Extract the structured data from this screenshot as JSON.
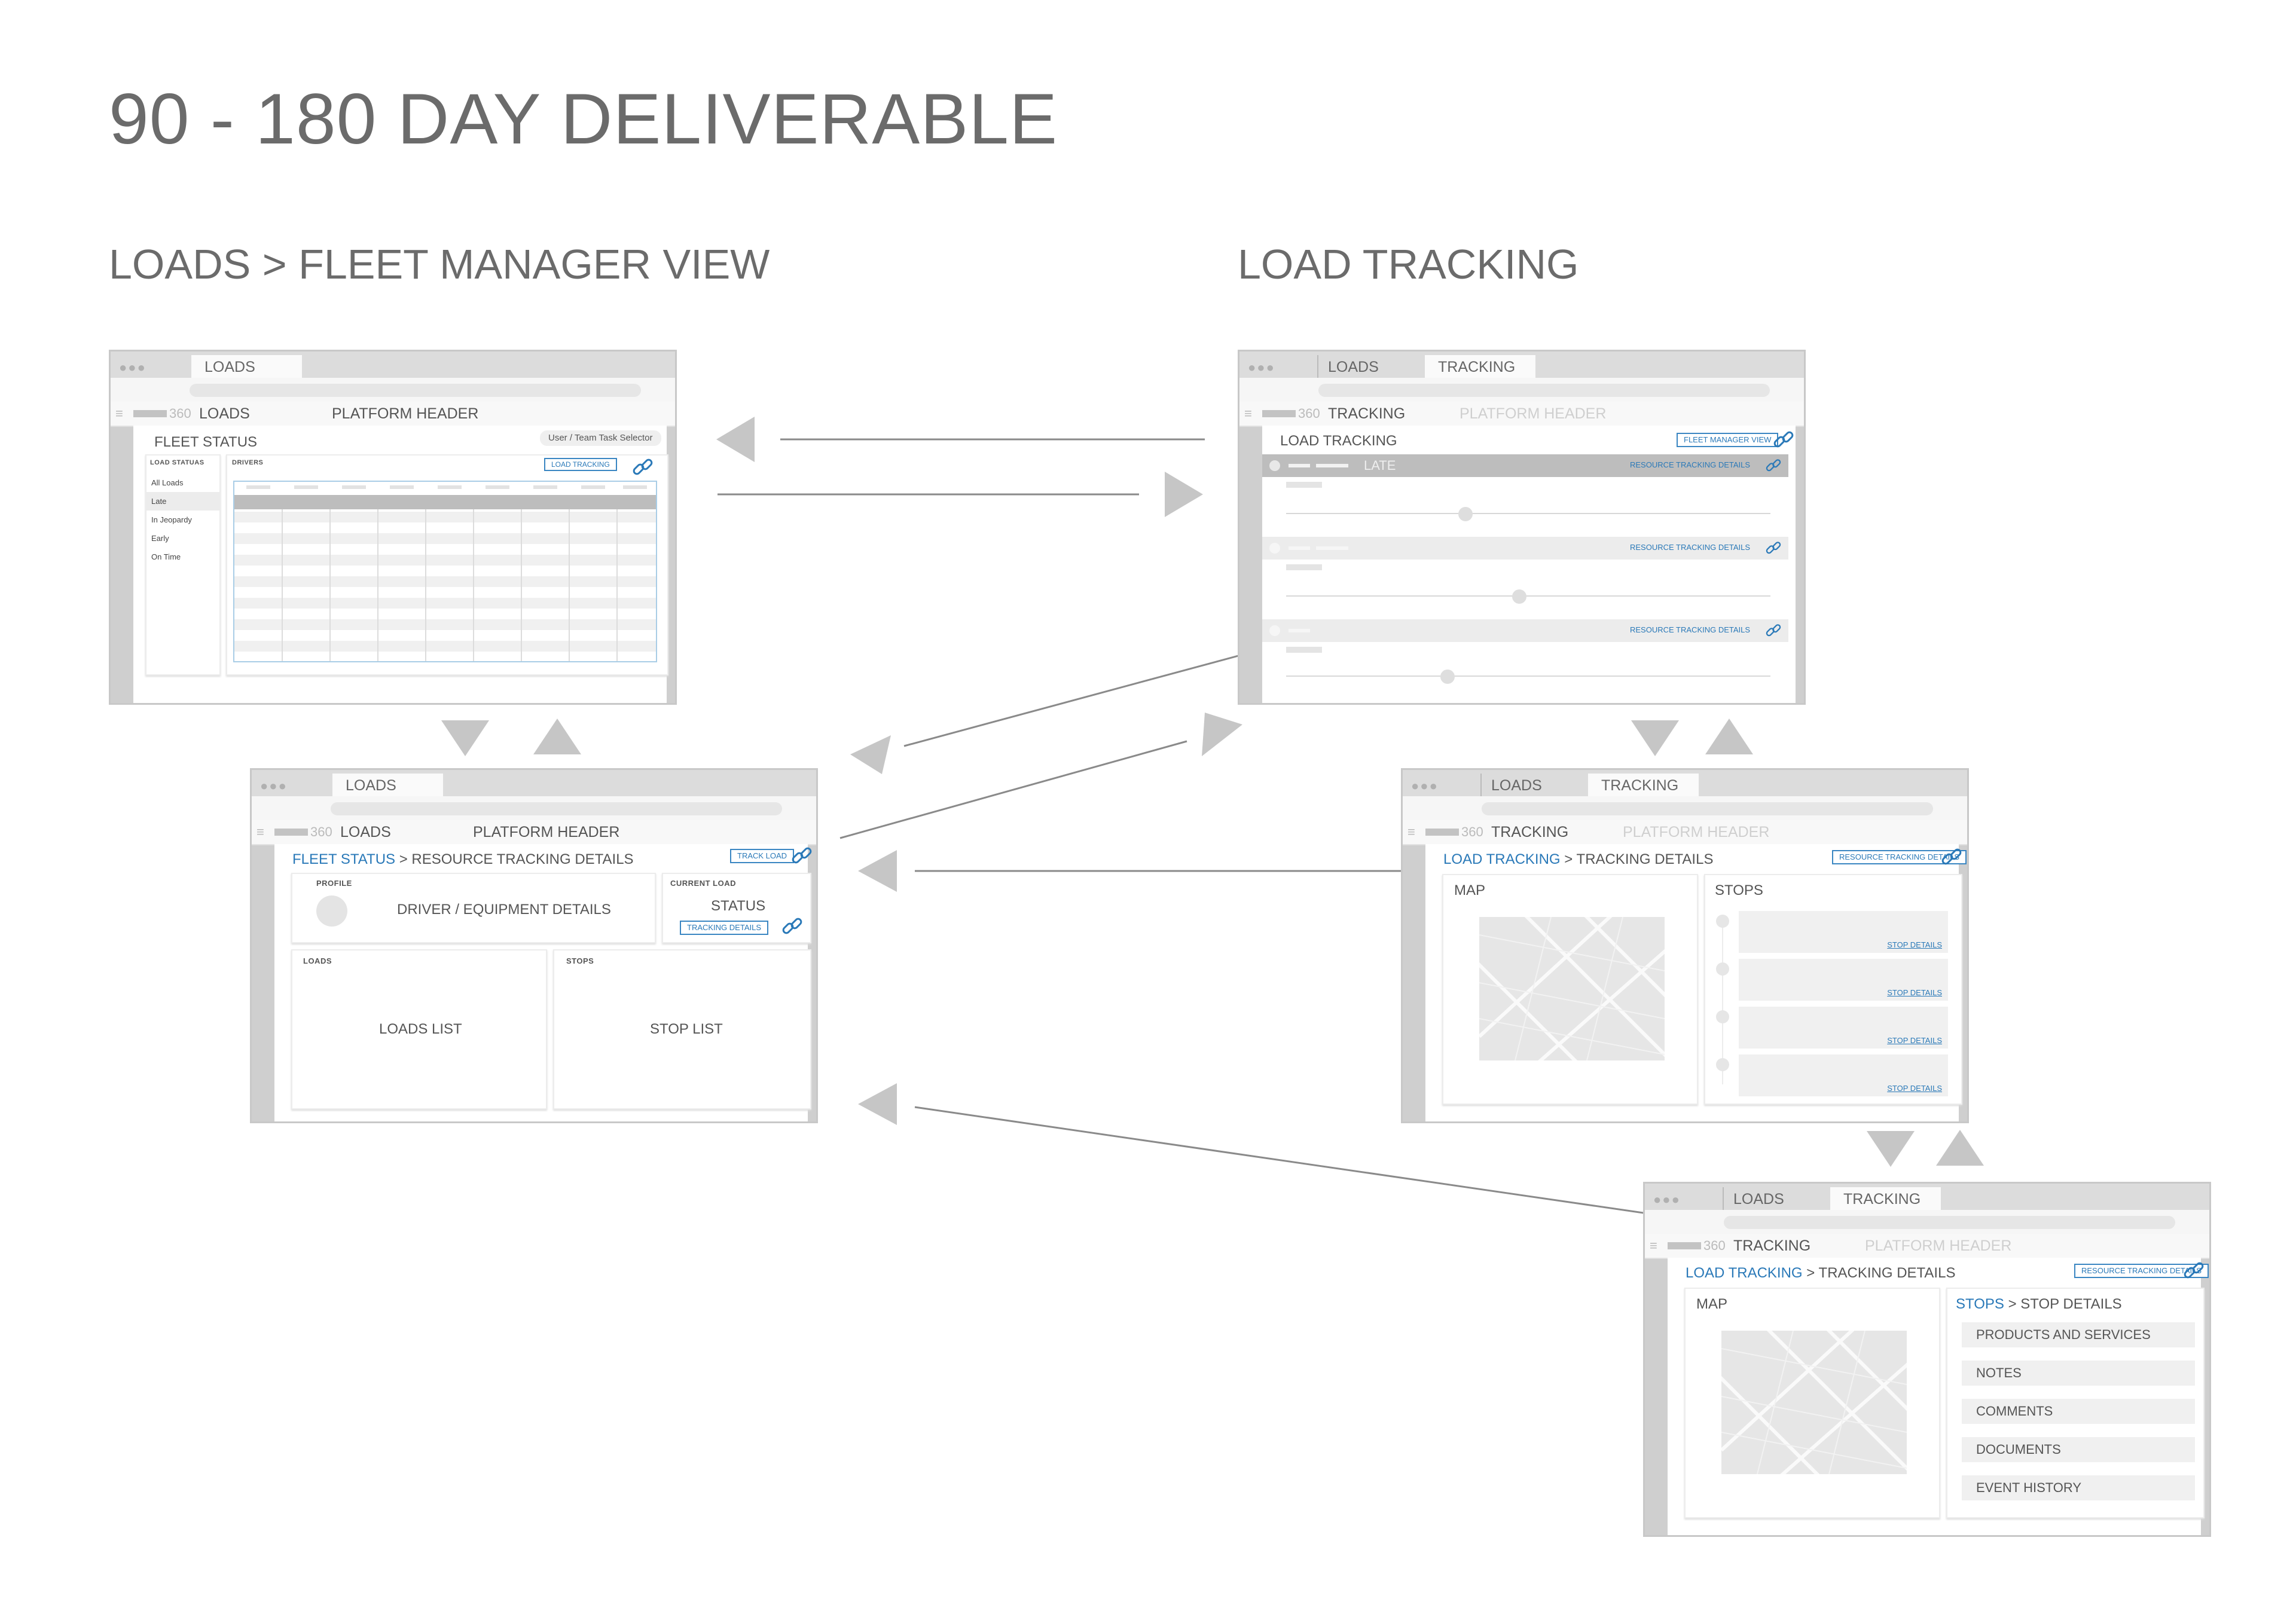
{
  "title": "90 - 180 DAY DELIVERABLE",
  "sections": {
    "left": "LOADS > FLEET MANAGER VIEW",
    "right": "LOAD TRACKING"
  },
  "win1": {
    "tab": "LOADS",
    "app": "LOADS",
    "platform_header": "PLATFORM HEADER",
    "fleet_status": "FLEET STATUS",
    "selector": "User / Team Task Selector",
    "load_status_label": "LOAD STATUAS",
    "drivers_label": "DRIVERS",
    "load_tracking_btn": "LOAD TRACKING",
    "statuses": [
      "All Loads",
      "Late",
      "In Jeopardy",
      "Early",
      "On Time"
    ]
  },
  "win2": {
    "tab1": "LOADS",
    "tab2": "TRACKING",
    "app": "TRACKING",
    "platform_header": "PLATFORM HEADER",
    "load_tracking": "LOAD TRACKING",
    "fleet_manager_btn": "FLEET MANAGER VIEW",
    "late": "LATE",
    "rtd": "RESOURCE TRACKING DETAILS"
  },
  "win3": {
    "tab": "LOADS",
    "app": "LOADS",
    "platform_header": "PLATFORM HEADER",
    "crumb_link": "FLEET STATUS",
    "crumb_rest": " > RESOURCE TRACKING DETAILS",
    "track_load_btn": "TRACK LOAD",
    "profile": "PROFILE",
    "driver_equipment": "DRIVER / EQUIPMENT DETAILS",
    "current_load": "CURRENT LOAD",
    "status": "STATUS",
    "tracking_details_btn": "TRACKING DETAILS",
    "loads": "LOADS",
    "loads_list": "LOADS LIST",
    "stops": "STOPS",
    "stop_list": "STOP LIST"
  },
  "win4": {
    "tab1": "LOADS",
    "tab2": "TRACKING",
    "app": "TRACKING",
    "platform_header": "PLATFORM HEADER",
    "crumb_link": "LOAD TRACKING",
    "crumb_rest": " > TRACKING DETAILS",
    "rtd_btn": "RESOURCE TRACKING DETAILS",
    "map": "MAP",
    "stops": "STOPS",
    "stop_details": "STOP DETAILS"
  },
  "win5": {
    "tab1": "LOADS",
    "tab2": "TRACKING",
    "app": "TRACKING",
    "platform_header": "PLATFORM HEADER",
    "crumb_link": "LOAD TRACKING",
    "crumb_rest": " > TRACKING DETAILS",
    "rtd_btn": "RESOURCE TRACKING DETAILS",
    "map": "MAP",
    "stops_link": "STOPS",
    "stops_rest": " > STOP DETAILS",
    "items": [
      "PRODUCTS AND SERVICES",
      "NOTES",
      "COMMENTS",
      "DOCUMENTS",
      "EVENT HISTORY"
    ]
  },
  "colors": {
    "link": "#2a79b8",
    "frame": "#cfcfcf",
    "text": "#6b6b6b",
    "arrow": "#c6c6c6"
  }
}
